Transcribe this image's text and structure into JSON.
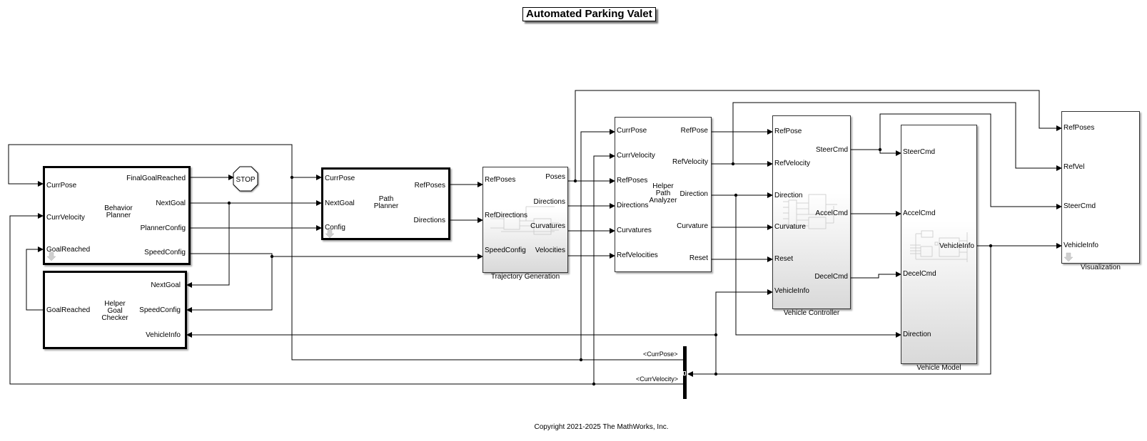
{
  "title": "Automated Parking Valet",
  "copyright": "Copyright 2021-2025 The MathWorks, Inc.",
  "blocks": {
    "behavior_planner": {
      "name_lines": [
        "Behavior",
        "Planner"
      ],
      "inputs": [
        "CurrPose",
        "CurrVelocity",
        "GoalReached"
      ],
      "outputs": [
        "FinalGoalReached",
        "NextGoal",
        "PlannerConfig",
        "SpeedConfig"
      ]
    },
    "goal_checker": {
      "name_lines": [
        "Helper",
        "Goal",
        "Checker"
      ],
      "inputs": [
        "NextGoal",
        "SpeedConfig",
        "VehicleInfo"
      ],
      "outputs": [
        "GoalReached"
      ]
    },
    "stop": {
      "label": "STOP"
    },
    "path_planner": {
      "name_lines": [
        "Path",
        "Planner"
      ],
      "inputs": [
        "CurrPose",
        "NextGoal",
        "Config"
      ],
      "outputs": [
        "RefPoses",
        "Directions"
      ]
    },
    "trajectory_generation": {
      "label": "Trajectory Generation",
      "inputs": [
        "RefPoses",
        "RefDirections",
        "SpeedConfig"
      ],
      "outputs": [
        "Poses",
        "Directions",
        "Curvatures",
        "Velocities"
      ]
    },
    "path_analyzer": {
      "name_lines": [
        "Helper",
        "Path",
        "Analyzer"
      ],
      "inputs": [
        "CurrPose",
        "CurrVelocity",
        "RefPoses",
        "Directions",
        "Curvatures",
        "RefVelocities"
      ],
      "outputs": [
        "RefPose",
        "RefVelocity",
        "Direction",
        "Curvature",
        "Reset"
      ]
    },
    "vehicle_controller": {
      "label": "Vehicle Controller",
      "inputs": [
        "RefPose",
        "RefVelocity",
        "Direction",
        "Curvature",
        "Reset",
        "VehicleInfo"
      ],
      "outputs": [
        "SteerCmd",
        "AccelCmd",
        "DecelCmd"
      ]
    },
    "vehicle_model": {
      "label": "Vehicle Model",
      "inputs": [
        "SteerCmd",
        "AccelCmd",
        "DecelCmd",
        "Direction"
      ],
      "outputs": [
        "VehicleInfo"
      ]
    },
    "visualization": {
      "label": "Visualization",
      "inputs": [
        "RefPoses",
        "RefVel",
        "SteerCmd",
        "VehicleInfo"
      ]
    }
  },
  "bus_selector": {
    "outputs": [
      "<CurrPose>",
      "<CurrVelocity>"
    ]
  }
}
